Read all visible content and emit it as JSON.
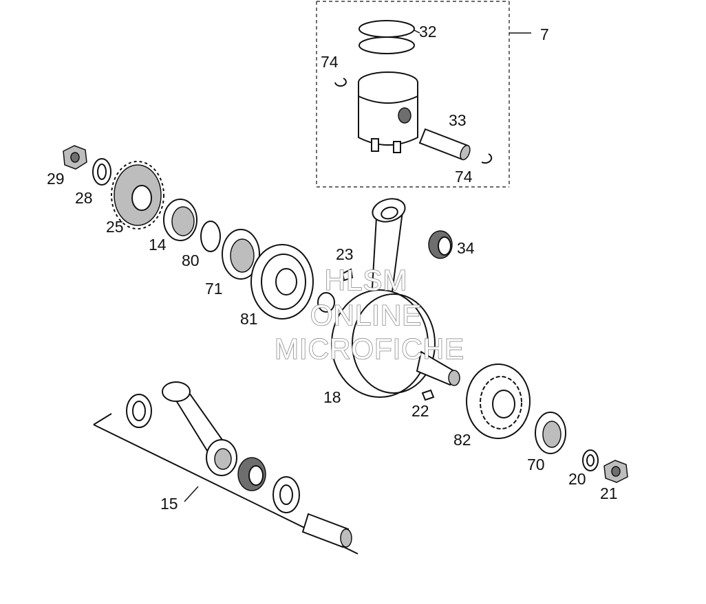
{
  "labels": {
    "p7": "7",
    "p32": "32",
    "p74a": "74",
    "p33": "33",
    "p74b": "74",
    "p29": "29",
    "p28": "28",
    "p25": "25",
    "p14": "14",
    "p80": "80",
    "p71": "71",
    "p81": "81",
    "p23": "23",
    "p34": "34",
    "p18": "18",
    "p22": "22",
    "p82": "82",
    "p70": "70",
    "p20": "20",
    "p21": "21",
    "p15": "15"
  },
  "watermark": {
    "line1": "HLSM",
    "line2": "ONLINE",
    "line3": "MICROFICHE"
  }
}
